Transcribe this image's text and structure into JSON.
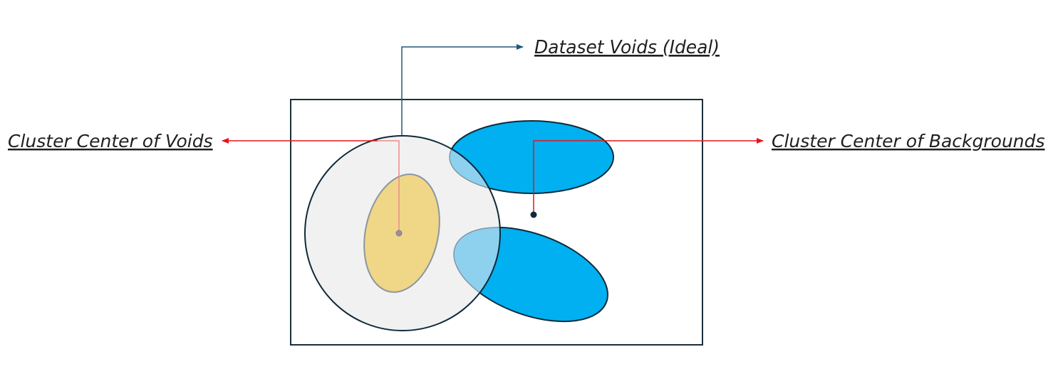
{
  "labels": {
    "dataset_voids": "Dataset Voids (Ideal)",
    "voids_center": "Cluster Center of Voids",
    "backgrounds_center": "Cluster Center of Backgrounds"
  },
  "colors": {
    "frame": "#1b2f3a",
    "dark_outline": "#0f2a3a",
    "circle_fill": "#f1f1f1",
    "void_fill": "#f0d687",
    "void_outline": "#8a96a0",
    "background_fill": "#00b0f0",
    "overlap_fill": "#8ed1ef",
    "arrow_red": "#e8141a",
    "arrow_pink": "#f08a8a",
    "arrow_teal": "#1f5a78",
    "label_text": "#1f1f1f"
  }
}
